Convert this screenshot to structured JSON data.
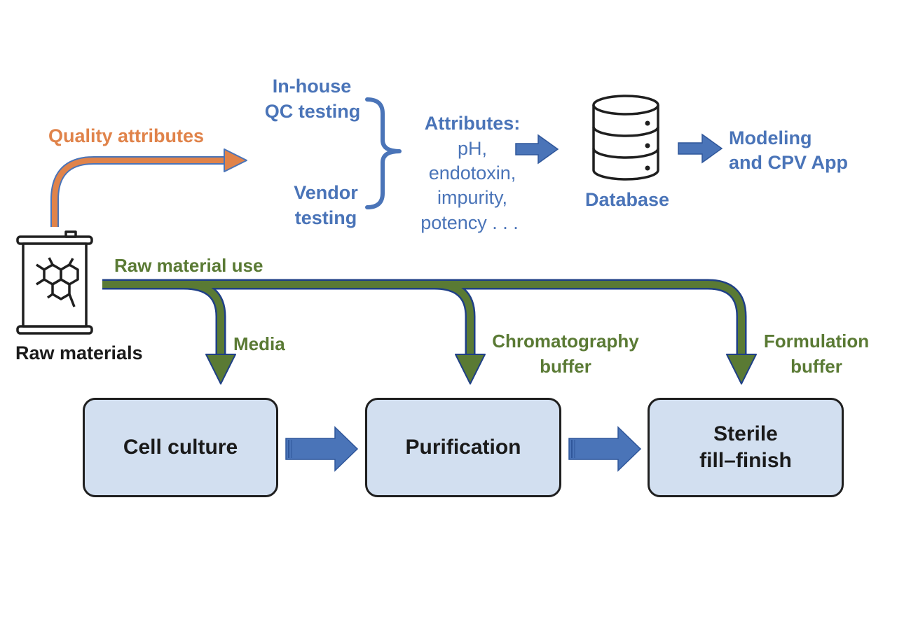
{
  "colors": {
    "blue": "#4a74b8",
    "orange": "#e0834a",
    "green": "#5a7a34",
    "box_fill": "#d2dff0",
    "box_border": "#1f1f1f"
  },
  "raw_materials": {
    "label": "Raw materials",
    "icon": "chemical-barrel-icon"
  },
  "quality_attributes": {
    "label": "Quality attributes"
  },
  "testing": {
    "in_house_line1": "In-house",
    "in_house_line2": "QC testing",
    "vendor_line1": "Vendor",
    "vendor_line2": "testing"
  },
  "attributes": {
    "title": "Attributes:",
    "line1": "pH,",
    "line2": "endotoxin,",
    "line3": "impurity,",
    "line4": "potency . . ."
  },
  "database": {
    "label": "Database",
    "icon": "database-icon"
  },
  "modeling": {
    "line1": "Modeling",
    "line2": "and CPV App"
  },
  "raw_material_use": {
    "label": "Raw material use"
  },
  "branches": {
    "media": "Media",
    "chromatography_line1": "Chromatography",
    "chromatography_line2": "buffer",
    "formulation_line1": "Formulation",
    "formulation_line2": "buffer"
  },
  "process": {
    "cell_culture": "Cell culture",
    "purification": "Purification",
    "sterile_fill_finish": "Sterile\nfill–finish"
  }
}
